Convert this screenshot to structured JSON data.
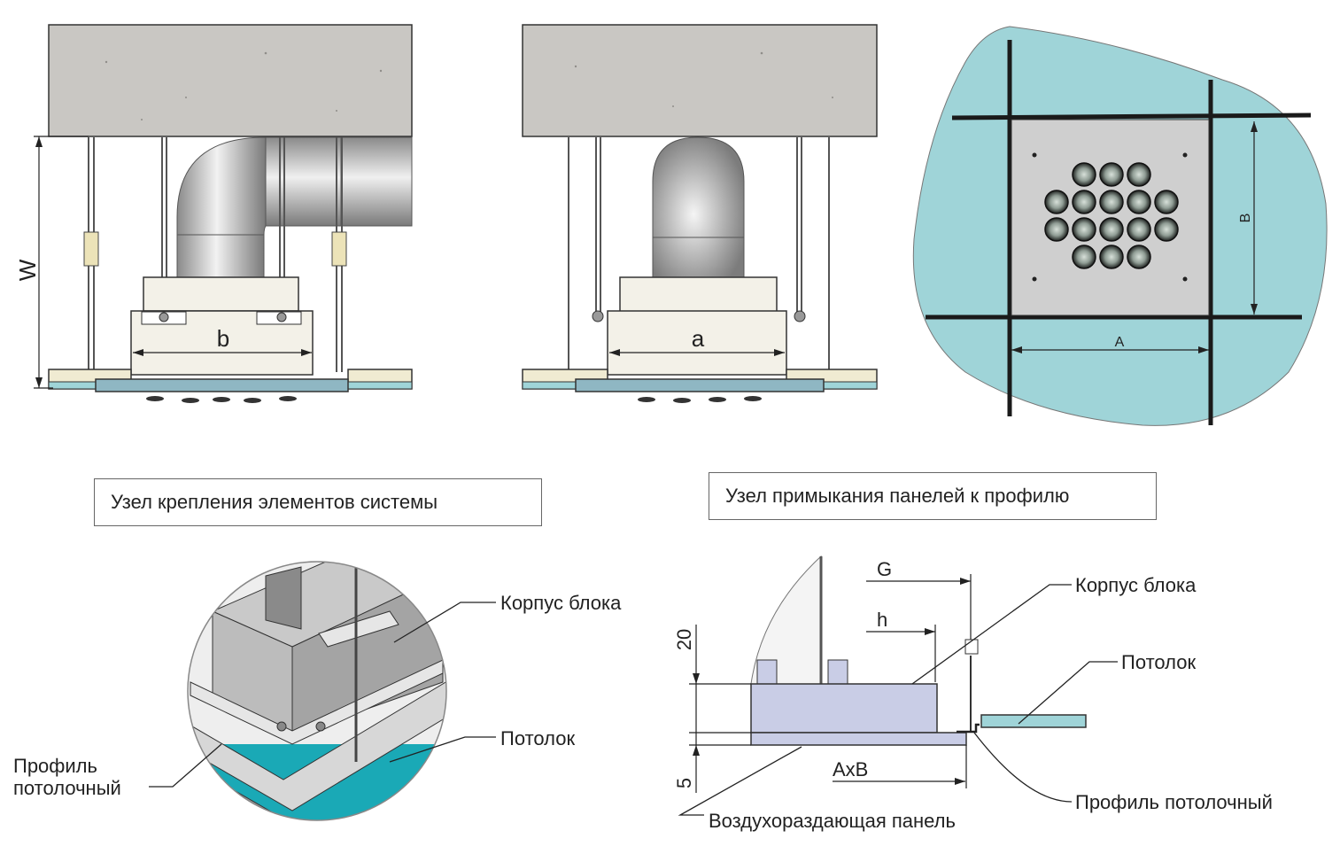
{
  "captions": {
    "mounting": "Узел крепления элементов системы",
    "junction": "Узел примыкания панелей к профилю"
  },
  "side_view_1": {
    "dim_height": "W",
    "dim_width": "b"
  },
  "side_view_2": {
    "dim_width": "a"
  },
  "top_view": {
    "dim_width": "A",
    "dim_height": "B"
  },
  "detail_iso": {
    "label_body": "Корпус блока",
    "label_ceiling": "Потолок",
    "label_profile_line1": "Профиль",
    "label_profile_line2": "потолочный"
  },
  "detail_section": {
    "dim_G": "G",
    "dim_h": "h",
    "dim_20": "20",
    "dim_5": "5",
    "dim_AxB": "AxB",
    "label_body": "Корпус блока",
    "label_ceiling": "Потолок",
    "label_profile": "Профиль потолочный",
    "label_panel": "Воздухораздающая панель"
  },
  "colors": {
    "concrete": "#c9c7c3",
    "tile": "#9fd4d8",
    "metal": "#d9d9d9",
    "unit": "#f3f1e8",
    "panel_section": "#c9cde6"
  }
}
